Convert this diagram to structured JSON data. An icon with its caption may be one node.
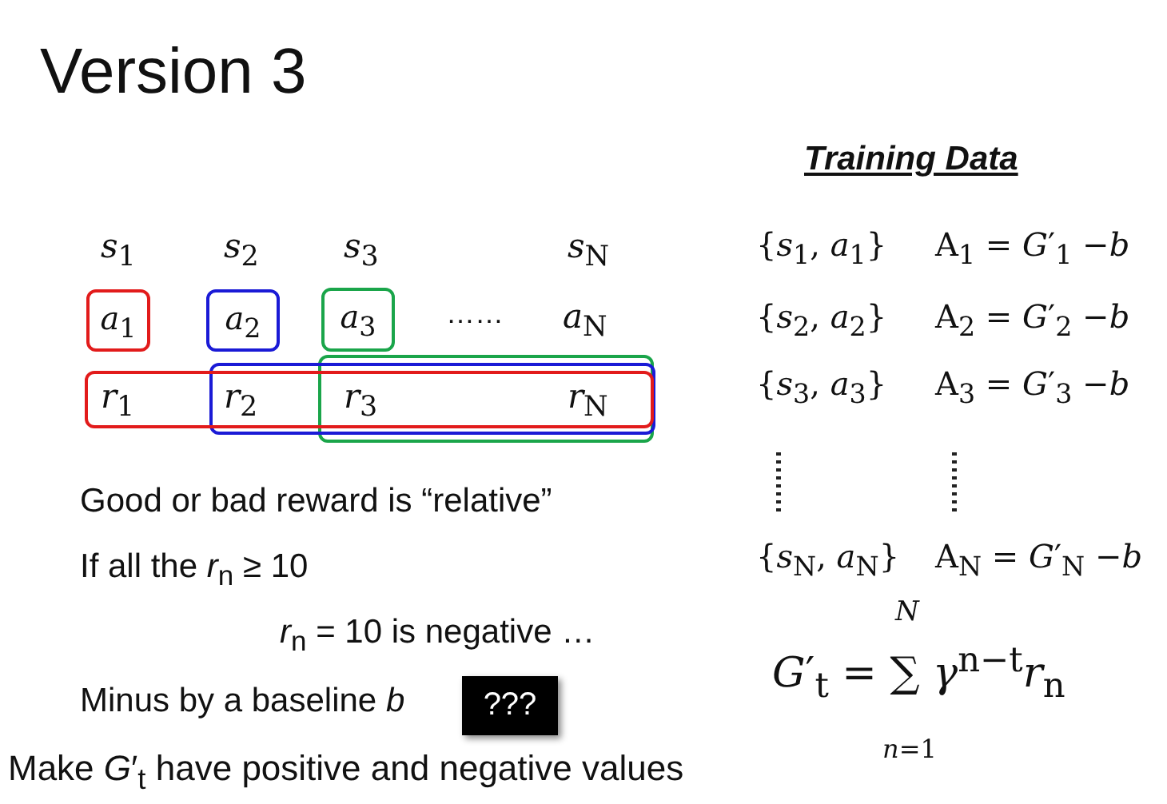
{
  "diagram": {
    "title": "Version 3",
    "nodes": [
      {
        "text": [
          "*a*$_{1}$"
        ]
      },
      {
        "text": [
          "*a*$_{2}$"
        ]
      },
      {
        "text": [
          "*a*$_{3}$"
        ]
      },
      {
        "text": [],
        "shape": "box"
      },
      {
        "text": [],
        "shape": "box"
      },
      {
        "text": [],
        "shape": "box"
      },
      {
        "text": [
          "???"
        ]
      }
    ],
    "labels": [
      "Training Data",
      "*s*$_{1}$",
      "*s*$_{2}$",
      "*s*$_{3}$",
      "*s*$_{N}$",
      "……",
      "*a*$_{N}$",
      "*r*$_{1}$",
      "*r*$_{2}$",
      "*r*$_{3}$",
      "*r*$_{N}$",
      "{*s*$_{1}$, *a*$_{1}$}",
      "A$_{1}$ = *G*′$_{1}$ −*b*",
      "{*s*$_{2}$, *a*$_{2}$}",
      "A$_{2}$ = *G*′$_{2}$ −*b*",
      "{*s*$_{3}$, *a*$_{3}$}",
      "A$_{3}$ = *G*′$_{3}$ −*b*",
      "{*s*$_{N}$, *a*$_{N}$}",
      "A$_{N}$ = *G*′$_{N}$ −*b*",
      "Good or bad reward is “relative”",
      "If all the *r*$_{n}$ ≥ 10",
      "*r*$_{n}$ = 10 is negative …",
      "Minus by a baseline *b*",
      "*N*",
      "*G*′$_{t}$ = ∑ *γ*$^{n−t}$*r*$_{n}$",
      "*n*=1",
      "Make *G*′$_{t}$ have positive and negative values"
    ]
  }
}
